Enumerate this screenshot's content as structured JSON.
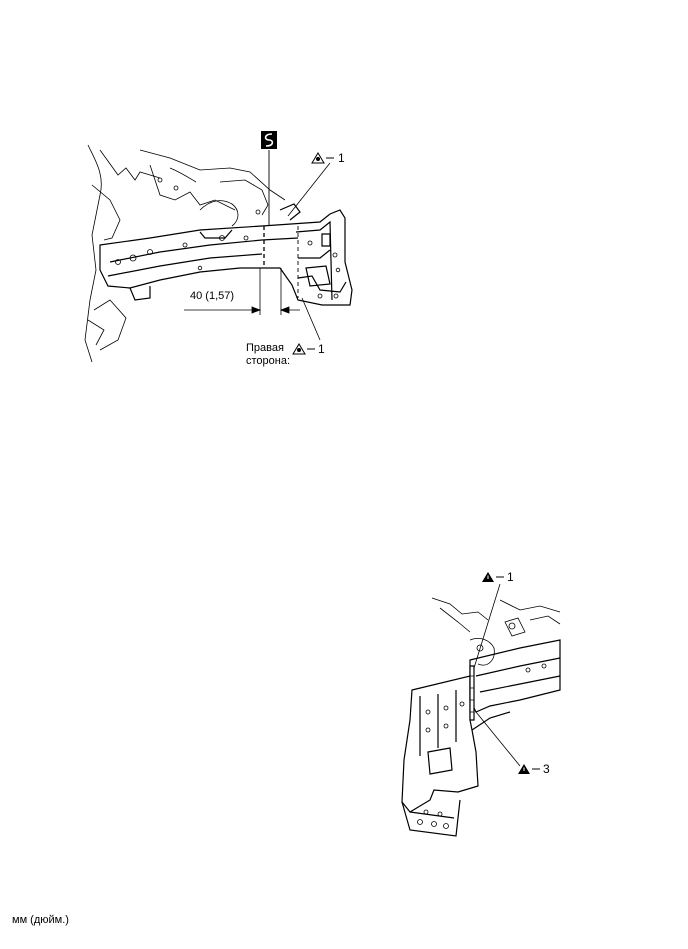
{
  "figure_top": {
    "dimension_label": "40 (1,57)",
    "callouts": [
      {
        "id": "top-right",
        "number": "1"
      },
      {
        "id": "right-side",
        "number": "1",
        "text_line1": "Правая",
        "text_line2": "сторона:"
      }
    ]
  },
  "figure_bottom": {
    "callouts": [
      {
        "id": "upper",
        "number": "1"
      },
      {
        "id": "lower",
        "number": "3"
      }
    ]
  },
  "footer": {
    "units": "мм (дюйм.)"
  }
}
